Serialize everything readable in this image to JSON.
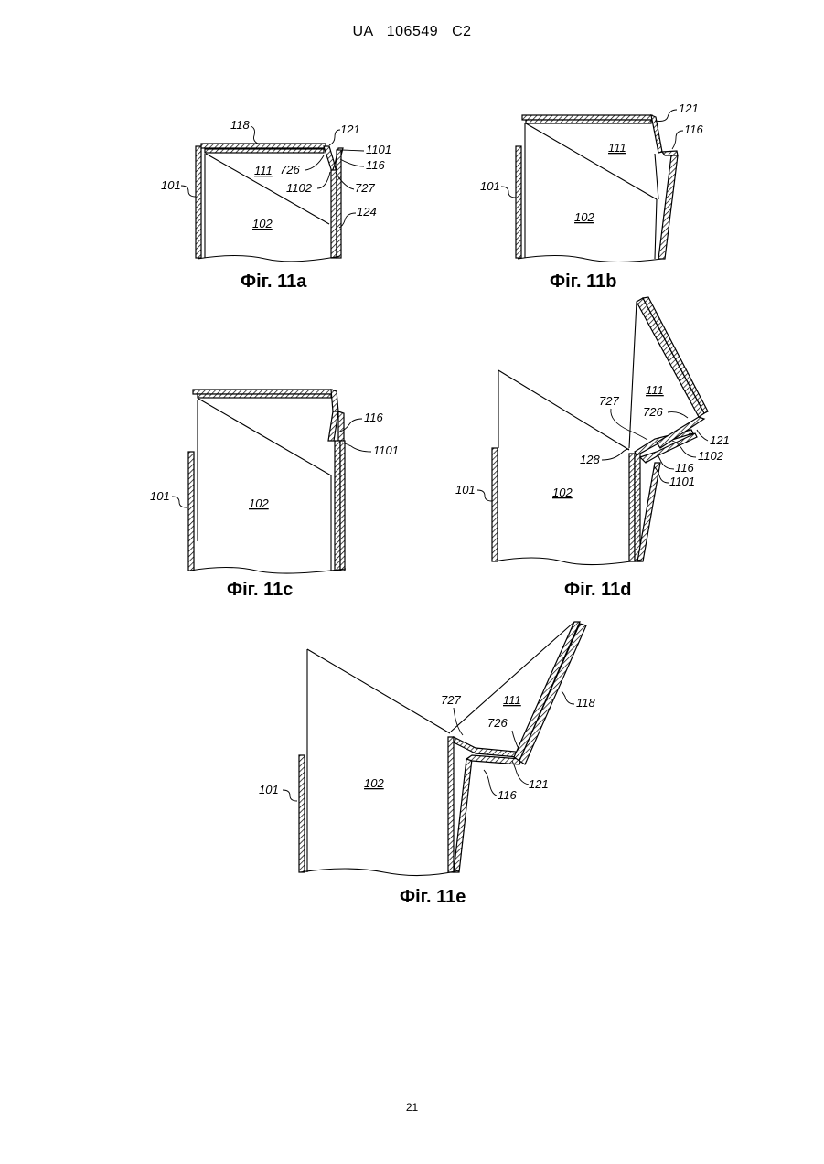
{
  "header": {
    "text": "UA   106549   C2"
  },
  "page_number": "21",
  "figures": {
    "fig11a": {
      "caption": "Фіг. 11a",
      "labels": {
        "l118": "118",
        "l121": "121",
        "l1101": "1101",
        "l116": "116",
        "l726": "726",
        "l111": "111",
        "l1102": "1102",
        "l727": "727",
        "l101": "101",
        "l102": "102",
        "l124": "124"
      }
    },
    "fig11b": {
      "caption": "Фіг. 11b",
      "labels": {
        "l121": "121",
        "l116": "116",
        "l111": "111",
        "l101": "101",
        "l102": "102"
      }
    },
    "fig11c": {
      "caption": "Фіг. 11c",
      "labels": {
        "l116": "116",
        "l1101": "1101",
        "l101": "101",
        "l102": "102"
      }
    },
    "fig11d": {
      "caption": "Фіг. 11d",
      "labels": {
        "l111": "111",
        "l727": "727",
        "l726": "726",
        "l121": "121",
        "l1102": "1102",
        "l128": "128",
        "l116": "116",
        "l1101": "1101",
        "l101": "101",
        "l102": "102"
      }
    },
    "fig11e": {
      "caption": "Фіг. 11e",
      "labels": {
        "l727": "727",
        "l111": "111",
        "l118": "118",
        "l726": "726",
        "l101": "101",
        "l102": "102",
        "l121": "121",
        "l116": "116"
      }
    }
  }
}
